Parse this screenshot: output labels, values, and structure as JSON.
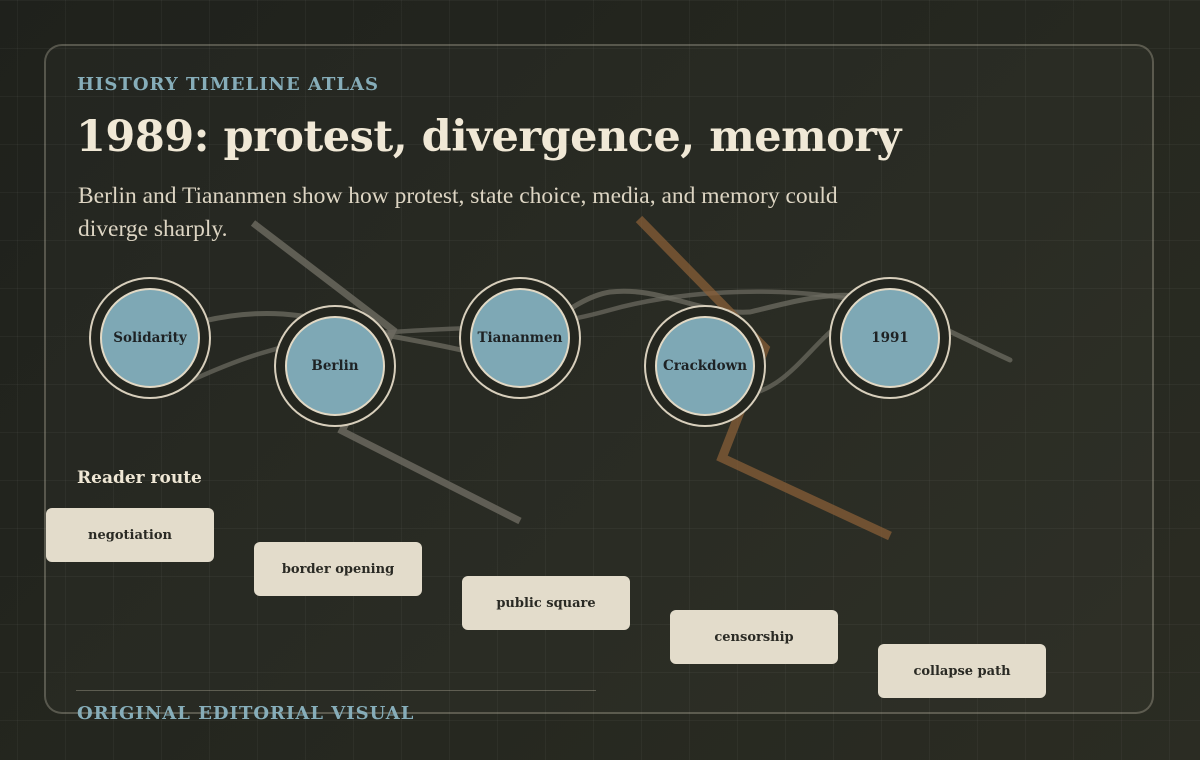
{
  "header": {
    "kicker": "HISTORY TIMELINE ATLAS",
    "title": "1989: protest, divergence, memory",
    "subtitle": "Berlin and Tiananmen show how protest, state choice, media, and memory could diverge sharply."
  },
  "timeline": {
    "nodes": [
      {
        "label": "Solidarity"
      },
      {
        "label": "Berlin"
      },
      {
        "label": "Tiananmen"
      },
      {
        "label": "Crackdown"
      },
      {
        "label": "1991"
      }
    ]
  },
  "route": {
    "heading": "Reader route",
    "steps": [
      {
        "label": "negotiation"
      },
      {
        "label": "border opening"
      },
      {
        "label": "public square"
      },
      {
        "label": "censorship"
      },
      {
        "label": "collapse path"
      }
    ]
  },
  "footer": {
    "label": "ORIGINAL EDITORIAL VISUAL"
  },
  "colors": {
    "background": "#22241e",
    "node_fill": "#7ea8b5",
    "chip_fill": "#e3dccb",
    "accent_blue": "#86adb9",
    "path_brown": "#8a6038",
    "path_grey": "#6e6c62"
  }
}
